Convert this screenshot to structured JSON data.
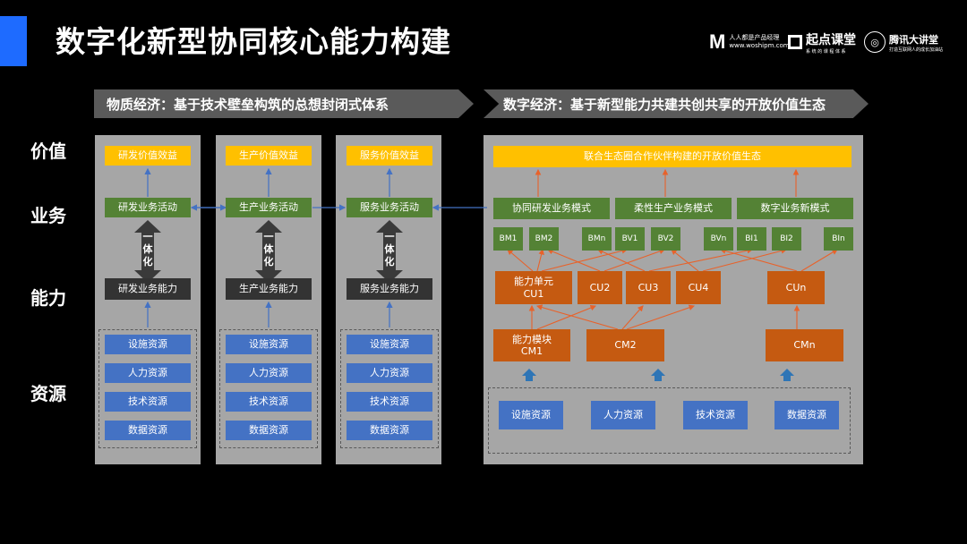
{
  "title": "数字化新型协同核心能力构建",
  "logos": {
    "woshipm_name": "人人都是产品经理",
    "woshipm_url": "www.woshipm.com",
    "qidian_name": "起点课堂",
    "qidian_sub": "系 统 的 课 程 体 系",
    "tencent_name": "腾讯大讲堂",
    "tencent_sub": "打造互联网人的成长加油站"
  },
  "banners": {
    "left": "物质经济：基于技术壁垒构筑的总想封闭式体系",
    "right": "数字经济：基于新型能力共建共创共享的开放价值生态"
  },
  "row_labels": {
    "value": "价值",
    "business": "业务",
    "capability": "能力",
    "resource": "资源"
  },
  "left_columns": [
    {
      "value": "研发价值效益",
      "activity": "研发业务活动",
      "capability": "研发业务能力"
    },
    {
      "value": "生产价值效益",
      "activity": "生产业务活动",
      "capability": "生产业务能力"
    },
    {
      "value": "服务价值效益",
      "activity": "服务业务活动",
      "capability": "服务业务能力"
    }
  ],
  "integration_label": "一体化",
  "resources": [
    "设施资源",
    "人力资源",
    "技术资源",
    "数据资源"
  ],
  "right": {
    "value": "联合生态圈合作伙伴构建的开放价值生态",
    "modes": [
      "协同研发业务模式",
      "柔性生产业务模式",
      "数字业务新模式"
    ],
    "bm": [
      "BM1",
      "BM2",
      "BMn",
      "BV1",
      "BV2",
      "BVn",
      "BI1",
      "BI2",
      "BIn"
    ],
    "units_cu1_line1": "能力单元",
    "units_cu1_line2": "CU1",
    "units": [
      "CU2",
      "CU3",
      "CU4",
      "CUn"
    ],
    "cm1_line1": "能力模块",
    "cm1_line2": "CM1",
    "cm2": "CM2",
    "cmn": "CMn"
  },
  "colors": {
    "accent": "#1e6bff",
    "yellow": "#ffc000",
    "green": "#548235",
    "orange": "#c55a11",
    "blue": "#4472c4",
    "panel": "#a6a6a6"
  }
}
